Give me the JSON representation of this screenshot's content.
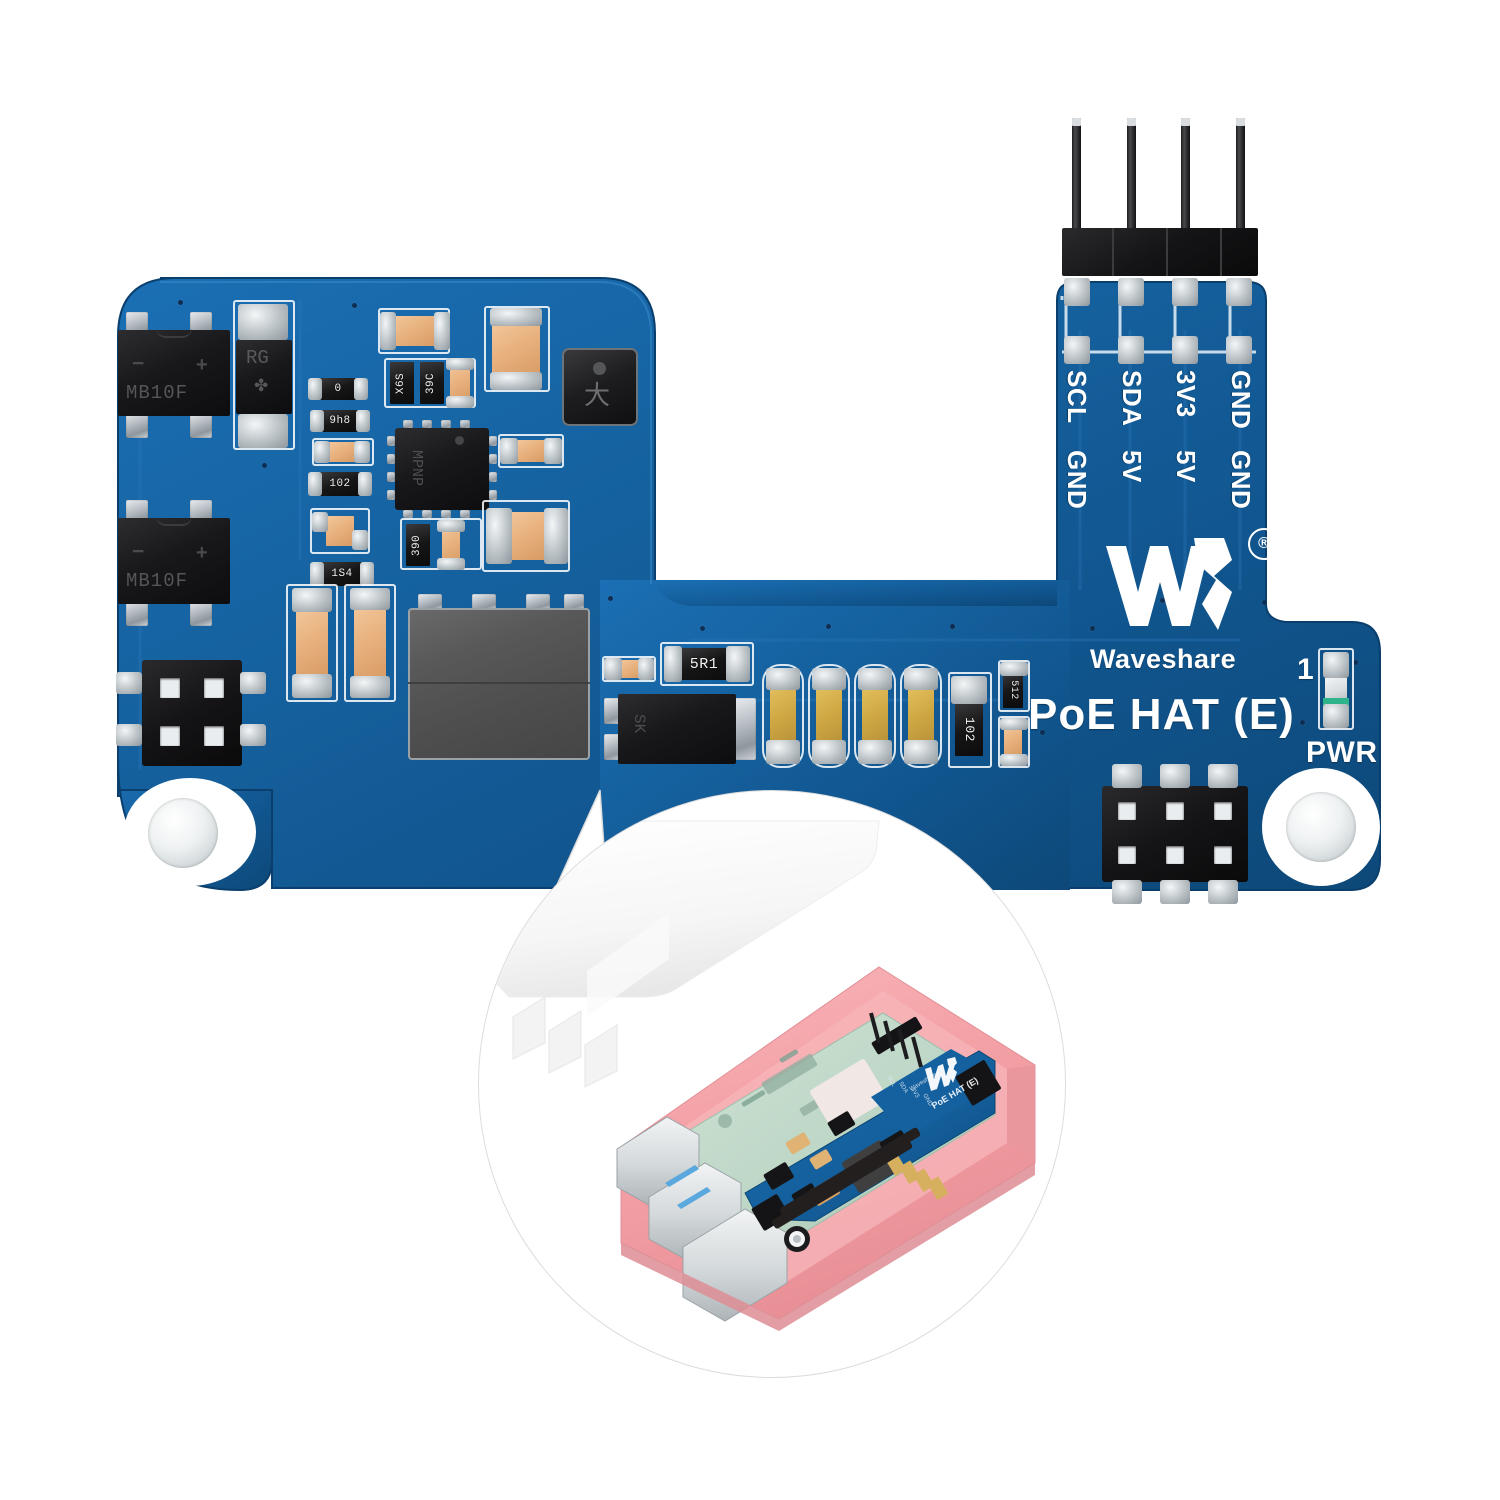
{
  "product": {
    "board_name": "PoE HAT (E)",
    "brand": "Waveshare",
    "brand_mark": "®",
    "pcb_color": "#1565a8",
    "silkscreen_color": "#ffffff"
  },
  "pin_header": {
    "name": "i2c-4pin-header",
    "pin_count": 4,
    "top_labels": [
      "SCL",
      "SDA",
      "3V3",
      "GND"
    ],
    "bottom_labels": [
      "GND",
      "5V",
      "5V",
      "GND"
    ]
  },
  "indicators": {
    "power_led_label": "PWR",
    "pin1_marker": "1"
  },
  "components": [
    {
      "ref": "bridge-rectifier-1",
      "marking": "MB10F",
      "polarity_minus": "−",
      "polarity_plus": "+"
    },
    {
      "ref": "bridge-rectifier-2",
      "marking": "MB10F",
      "polarity_minus": "−",
      "polarity_plus": "+"
    },
    {
      "ref": "tvs-diode",
      "marking": "RG"
    },
    {
      "ref": "resistor-0",
      "marking": "0"
    },
    {
      "ref": "resistor-9h8",
      "marking": "9h8"
    },
    {
      "ref": "resistor-102a",
      "marking": "102"
    },
    {
      "ref": "resistor-1s4",
      "marking": "1S4"
    },
    {
      "ref": "resistor-x6s",
      "marking": "X6S"
    },
    {
      "ref": "resistor-39c",
      "marking": "39C"
    },
    {
      "ref": "resistor-390",
      "marking": "390"
    },
    {
      "ref": "resistor-5r1",
      "marking": "5R1"
    },
    {
      "ref": "resistor-102b",
      "marking": "102"
    },
    {
      "ref": "resistor-512",
      "marking": "512"
    },
    {
      "ref": "schottky-diode",
      "marking": "SK"
    },
    {
      "ref": "pwm-controller-ic",
      "marking": "MPNP"
    },
    {
      "ref": "shielded-inductor",
      "marking": ""
    },
    {
      "ref": "flyback-transformer",
      "marking": ""
    }
  ],
  "connectors": [
    {
      "ref": "header-2x2",
      "rows": 2,
      "cols": 2
    },
    {
      "ref": "header-2x3",
      "rows": 2,
      "cols": 3
    }
  ],
  "mounting_holes": [
    {
      "ref": "mounting-hole-left"
    },
    {
      "ref": "mounting-hole-right"
    }
  ],
  "inset": {
    "name": "installed-example-photo",
    "description": "Raspberry Pi in pink case with PoE HAT installed",
    "case_color": "#f4a0a4",
    "lid_color": "#f7f7f7"
  }
}
